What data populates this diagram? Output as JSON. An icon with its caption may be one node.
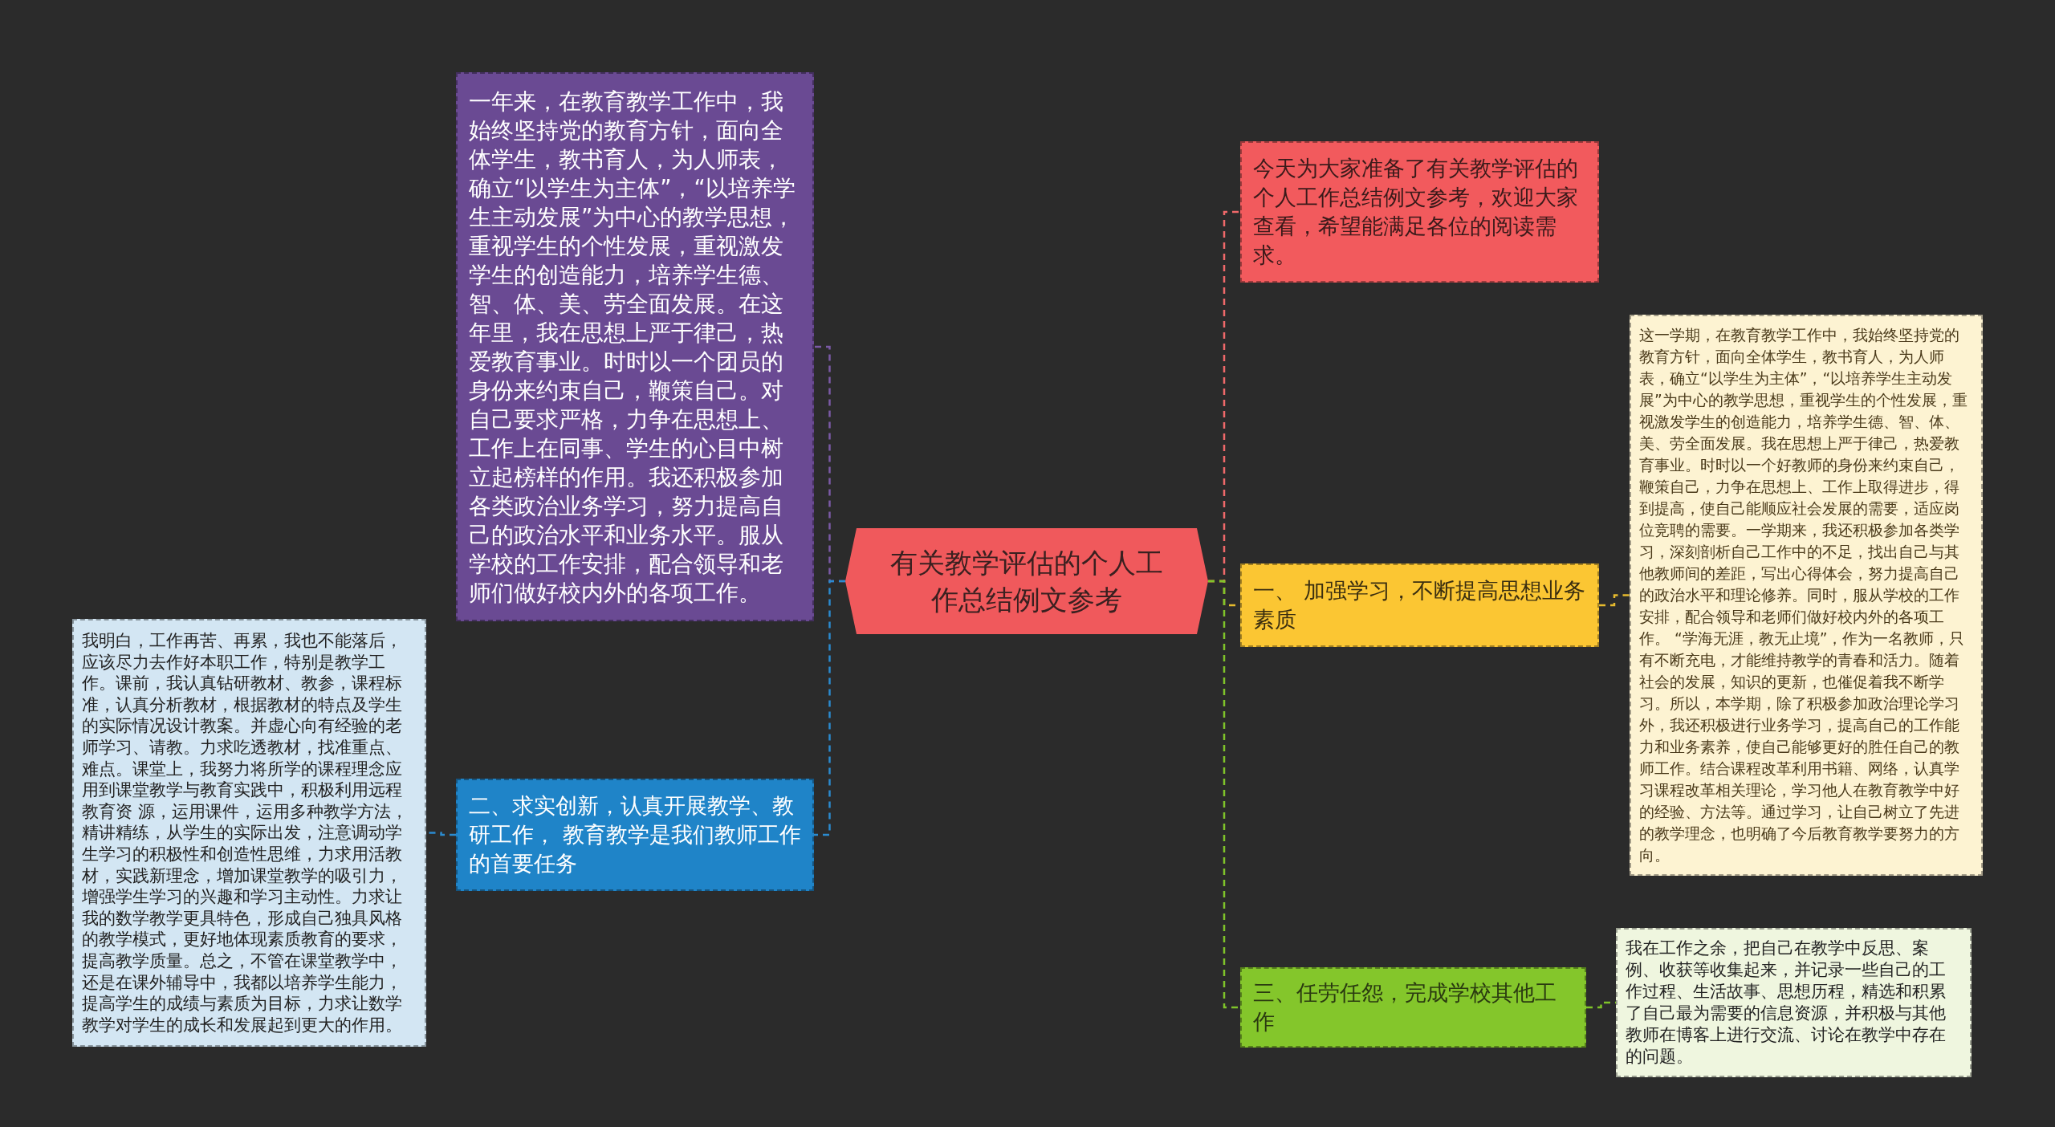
{
  "diagram": {
    "nodes": [
      {
        "text": [
          "有关教学评估的个人工作总结例文参考"
        ]
      },
      {
        "text": [
          "一年来，在教育教学工作中，我始终坚持党的教育方针，面向全体学生，教书育人，为人师表，确立“以学生为主体”，“以培养学生主动发展”为中心的教学思想，重视学生的个性发展，重视激发学生的创造能力，培养学生德、智、体、美、劳全面发展。在这年里，我在思想上严于律己，热爱教育事业。时时以一个团员的身份来约束自己，鞭策自己。对自己要求严格，力争在思想上、工作上在同事、学生的心目中树立起榜样的作用。我还积极参加各类政治业务学习，努力提高自己的政治水平和业务水平。服从学校的工作安排，配合领导和老师们做好校内外的各项工作。"
        ]
      },
      {
        "text": [
          "二、求实创新，认真开展教学、教研工作， 教育教学是我们教师工作的首要任务"
        ]
      },
      {
        "text": [
          "我明白，工作再苦、再累，我也不能落后，应该尽力去作好本职工作，特别是教学工作。课前，我认真钻研教材、教参，课程标准，认真分析教材，根据教材的特点及学生的实际情况设计教案。并虚心向有经验的老师学习、请教。力求吃透教材，找准重点、难点。课堂上，我努力将所学的课程理念应用到课堂教学与教育实践中，积极利用远程教育资 源，运用课件，运用多种教学方法，精讲精练，从学生的实际出发，注意调动学生学习的积极性和创造性思维，力求用活教材，实践新理念，增加课堂教学的吸引力，增强学生学习的兴趣和学习主动性。力求让我的数学教学更具特色，形成自己独具风格的教学模式，更好地体现素质教育的要求，提高教学质量。总之，不管在课堂教学中，还是在课外辅导中，我都以培养学生能力，提高学生的成绩与素质为目标，力求让数学教学对学生的成长和发展起到更大的作用。"
        ]
      },
      {
        "text": [
          "今天为大家准备了有关教学评估的个人工作总结例文参考，欢迎大家查看，希望能满足各位的阅读需求。"
        ]
      },
      {
        "text": [
          "一、 加强学习，不断提高思想业务素质"
        ]
      },
      {
        "text": [
          "这一学期，在教育教学工作中，我始终坚持党的教育方针，面向全体学生，教书育人，为人师表，确立“以学生为主体”，“以培养学生主动发展”为中心的教学思想，重视学生的个性发展，重视激发学生的创造能力，培养学生德、智、体、美、劳全面发展。我在思想上严于律己，热爱教育事业。时时以一个好教师的身份来约束自己，鞭策自己，力争在思想上、工作上取得进步，得到提高，使自己能顺应社会发展的需要，适应岗位竞聘的需要。一学期来，我还积极参加各类学习，深刻剖析自己工作中的不足，找出自己与其他教师间的差距，写出心得体会，努力提高自己的政治水平和理论修养。同时，服从学校的工作安排，配合领导和老师们做好校内外的各项工作。 “学海无涯，教无止境”，作为一名教师，只有不断充电，才能维持教学的青春和活力。随着社会的发展，知识的更新，也催促着我不断学习。所以，本学期，除了积极参加政治理论学习外，我还积极进行业务学习，提高自己的工作能力和业务素养，使自己能够更好的胜任自己的教师工作。结合课程改革利用书籍、网络，认真学习课程改革相关理论，学习他人在教育教学中好的经验、方法等。通过学习，让自己树立了先进的教学理念，也明确了今后教育教学要努力的方向。"
        ]
      },
      {
        "text": [
          "三、任劳任怨，完成学校其他工作"
        ]
      },
      {
        "text": [
          "我在工作之余，把自己在教学中反思、案例、收获等收集起来，并记录一些自己的工作过程、生活故事、思想历程，精选和积累了自己最为需要的信息资源，并积极与其他教师在博客上进行交流、讨论在教学中存在的问题。"
        ]
      }
    ],
    "edges": [
      {
        "from": 0,
        "to": 1,
        "arrow": "none",
        "style": "dashed",
        "color": "#7b5aa6"
      },
      {
        "from": 0,
        "to": 2,
        "arrow": "none",
        "style": "dashed",
        "color": "#2b8bd0"
      },
      {
        "from": 2,
        "to": 3,
        "arrow": "none",
        "style": "dashed",
        "color": "#2b8bd0"
      },
      {
        "from": 0,
        "to": 4,
        "arrow": "none",
        "style": "dashed",
        "color": "#f0696a"
      },
      {
        "from": 0,
        "to": 5,
        "arrow": "none",
        "style": "dashed",
        "color": "#e6bb2e"
      },
      {
        "from": 5,
        "to": 6,
        "arrow": "none",
        "style": "dashed",
        "color": "#e6bb2e"
      },
      {
        "from": 0,
        "to": 7,
        "arrow": "none",
        "style": "dashed",
        "color": "#7fc42a"
      },
      {
        "from": 7,
        "to": 8,
        "arrow": "none",
        "style": "dashed",
        "color": "#7fc42a"
      }
    ]
  }
}
